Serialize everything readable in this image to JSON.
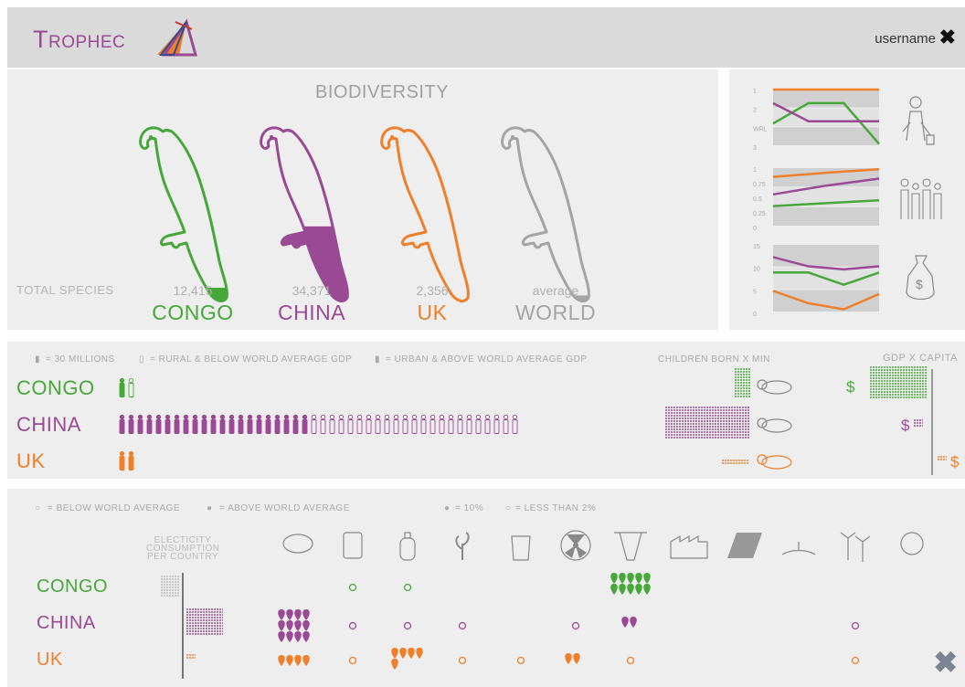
{
  "header": {
    "logo_text": "Tropнec",
    "username": "username",
    "close_glyph": "✖"
  },
  "colors": {
    "congo": "#47a83a",
    "china": "#9a4a94",
    "uk": "#ef7f2b",
    "world": "#a4a4a4"
  },
  "biodiversity": {
    "title": "BIODIVERSITY",
    "total_label": "TOTAL SPECIES",
    "countries": [
      {
        "name": "CONGO",
        "species": "12,415",
        "fill_fraction": 0.1
      },
      {
        "name": "CHINA",
        "species": "34,371",
        "fill_fraction": 0.42
      },
      {
        "name": "UK",
        "species": "2,356",
        "fill_fraction": 0.0
      },
      {
        "name": "WORLD",
        "species": "average",
        "fill_fraction": 0.06
      }
    ]
  },
  "mini_charts": {
    "charts": [
      {
        "icon": "elderly-couple-icon",
        "ticks": [
          "1",
          "2",
          "WRL",
          "3"
        ],
        "series": [
          {
            "color": "#ef7f2b",
            "values": [
              1,
              1,
              1,
              1
            ]
          },
          {
            "color": "#47a83a",
            "values": [
              2.5,
              1.6,
              1.6,
              3.4
            ]
          },
          {
            "color": "#9a4a94",
            "values": [
              1.6,
              2.4,
              2.4,
              2.4
            ]
          }
        ]
      },
      {
        "icon": "family-icon",
        "ticks": [
          "1",
          "0.75",
          "0.5",
          "0.25",
          "0"
        ],
        "series": [
          {
            "color": "#ef7f2b",
            "values": [
              0.85,
              0.92,
              0.98
            ]
          },
          {
            "color": "#9a4a94",
            "values": [
              0.55,
              0.7,
              0.82
            ]
          },
          {
            "color": "#47a83a",
            "values": [
              0.35,
              0.4,
              0.45
            ]
          }
        ]
      },
      {
        "icon": "money-bag-icon",
        "ticks": [
          "15",
          "10",
          "5",
          "0"
        ],
        "series": [
          {
            "color": "#9a4a94",
            "values": [
              13,
              10,
              9,
              10
            ]
          },
          {
            "color": "#47a83a",
            "values": [
              8,
              8,
              4,
              8
            ]
          },
          {
            "color": "#ef7f2b",
            "values": [
              2,
              -2,
              -4,
              1
            ]
          }
        ]
      }
    ]
  },
  "population": {
    "legend": [
      {
        "icon": "person-solid-icon",
        "text": "= 30 MILLIONS"
      },
      {
        "icon": "person-outline-icon",
        "text": "= RURAL & BELOW WORLD AVERAGE GDP"
      },
      {
        "icon": "person-solid-icon",
        "text": "= URBAN & ABOVE WORLD AVERAGE GDP"
      }
    ],
    "children_label": "CHILDREN BORN X MIN",
    "gdp_label": "GDP X CAPITA",
    "rows": [
      {
        "name": "CONGO",
        "urban": 1,
        "rural": 1,
        "gdp_symbol": "$"
      },
      {
        "name": "CHINA",
        "urban": 21,
        "rural": 23,
        "gdp_symbol": "$"
      },
      {
        "name": "UK",
        "urban": 2,
        "rural": 0,
        "gdp_symbol": "$"
      }
    ]
  },
  "electricity": {
    "legend": [
      {
        "icon": "bulb-outline-icon",
        "text": "= BELOW WORLD AVERAGE"
      },
      {
        "icon": "bulb-solid-icon",
        "text": "= ABOVE WORLD AVERAGE"
      },
      {
        "icon": "drop-icon",
        "text": "= 10%"
      },
      {
        "icon": "circle-icon",
        "text": "= LESS THAN 2%"
      }
    ],
    "consumption_label": [
      "ELECTICITY",
      "CONSUMPTION",
      "PER COUNTRY"
    ],
    "sources": [
      "coal-icon",
      "oil-barrel-icon",
      "gas-cylinder-icon",
      "biomass-icon",
      "waste-bin-icon",
      "nuclear-icon",
      "hydro-dam-icon",
      "factory-icon",
      "solar-panel-icon",
      "geothermal-icon",
      "wind-turbine-icon",
      "globe-icon"
    ],
    "rows": [
      {
        "name": "CONGO"
      },
      {
        "name": "CHINA"
      },
      {
        "name": "UK"
      }
    ]
  }
}
